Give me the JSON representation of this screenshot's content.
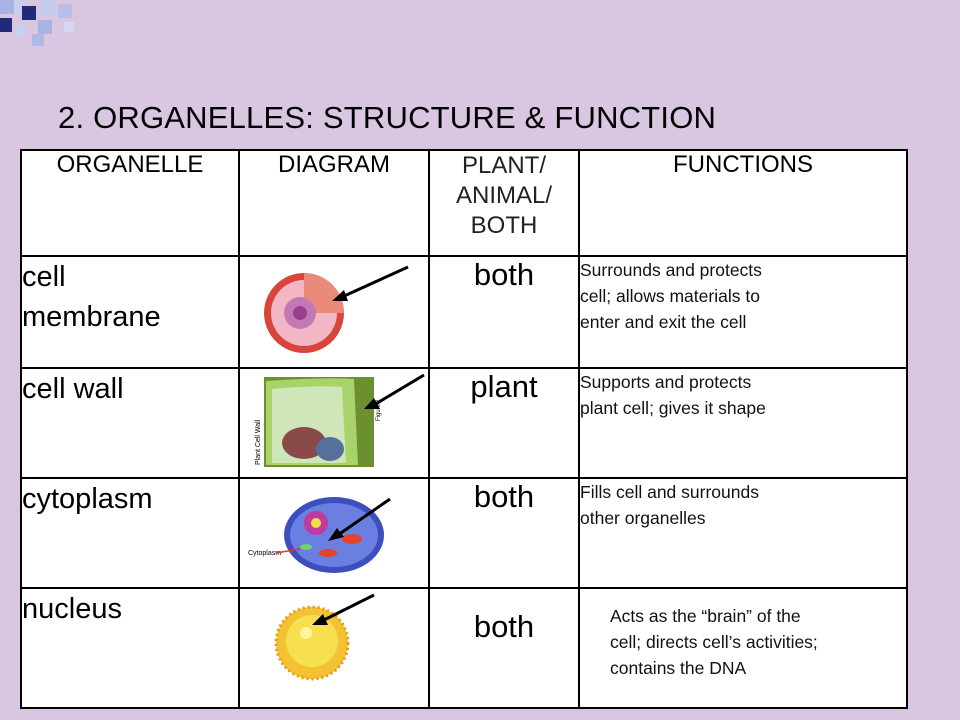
{
  "slide": {
    "title": "2.  ORGANELLES:  STRUCTURE & FUNCTION"
  },
  "table": {
    "headers": {
      "organelle": "ORGANELLE",
      "diagram": "DIAGRAM",
      "plant_animal": [
        "PLANT/",
        "ANIMAL/",
        "BOTH"
      ],
      "functions": "FUNCTIONS"
    },
    "rows": [
      {
        "organelle": [
          "cell",
          "membrane"
        ],
        "plant_animal": "both",
        "functions": [
          "Surrounds and protects",
          "cell;  allows materials to",
          "enter and exit the cell"
        ]
      },
      {
        "organelle": [
          "cell wall"
        ],
        "plant_animal": "plant",
        "functions": [
          "Supports and protects",
          "plant cell;  gives it shape"
        ],
        "diagram_labels": [
          "Plant Cell Wall",
          "Figure 1"
        ]
      },
      {
        "organelle": [
          "cytoplasm"
        ],
        "plant_animal": "both",
        "functions": [
          "Fills cell and surrounds",
          "other organelles"
        ],
        "diagram_labels": [
          "Cytoplasm"
        ]
      },
      {
        "organelle": [
          "nucleus"
        ],
        "plant_animal": "both",
        "functions": [
          "Acts as the “brain” of the",
          "cell;  directs cell’s activities;",
          "contains the DNA"
        ]
      }
    ]
  },
  "colors": {
    "background": "#d9c7e2",
    "square_dark": "#1f2a7a",
    "square_light": "#a9b3e3"
  }
}
